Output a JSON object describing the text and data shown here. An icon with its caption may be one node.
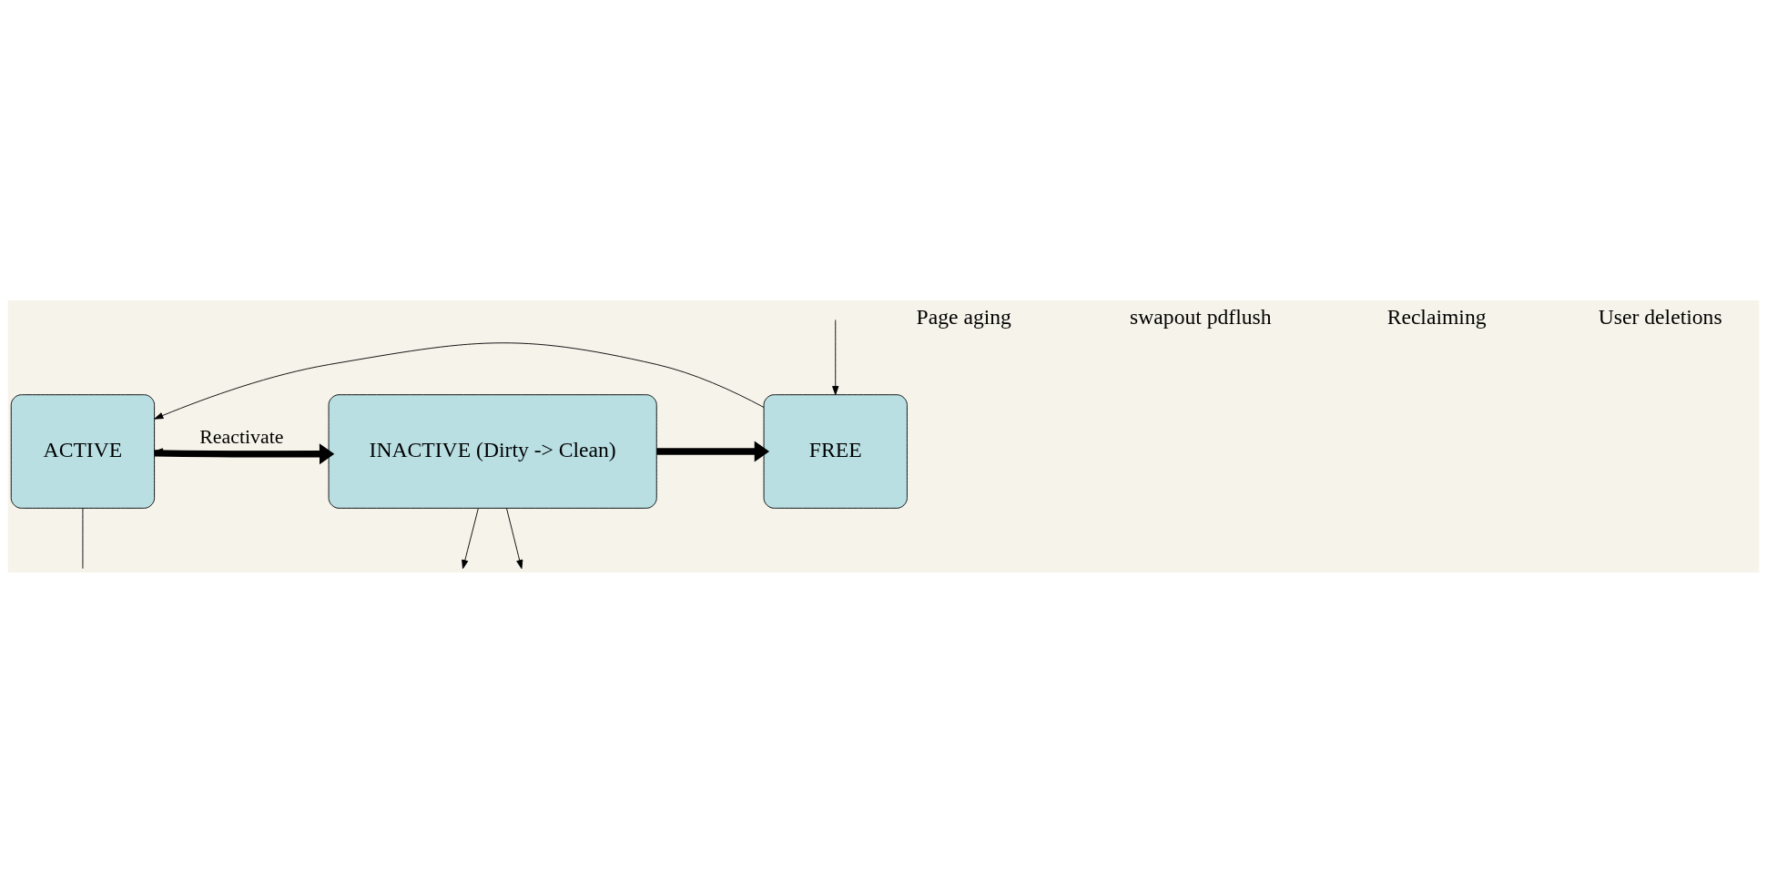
{
  "diagram": {
    "nodes": [
      {
        "text": [
          "ACTIVE"
        ]
      },
      {
        "text": [
          "INACTIVE (Dirty -> Clean)"
        ]
      },
      {
        "text": [
          "FREE"
        ]
      }
    ],
    "edges": [
      {
        "from": 0,
        "to": 1,
        "arrow": "to",
        "style": "thick"
      },
      {
        "from": 1,
        "to": 2,
        "arrow": "to",
        "style": "thick"
      },
      {
        "from": 2,
        "to": 0,
        "arrow": "to"
      },
      {
        "from": 1,
        "to": 0,
        "arrow": "to",
        "label": "Reactivate"
      },
      {
        "from": 0,
        "to": null,
        "arrow": "none"
      },
      {
        "from": 1,
        "to": null,
        "arrow": "to"
      },
      {
        "from": 1,
        "to": null,
        "arrow": "to"
      },
      {
        "from": null,
        "to": 2,
        "arrow": "to"
      }
    ],
    "labels": [
      "Page aging",
      "swapout pdflush",
      "Reclaiming",
      "User deletions"
    ]
  }
}
